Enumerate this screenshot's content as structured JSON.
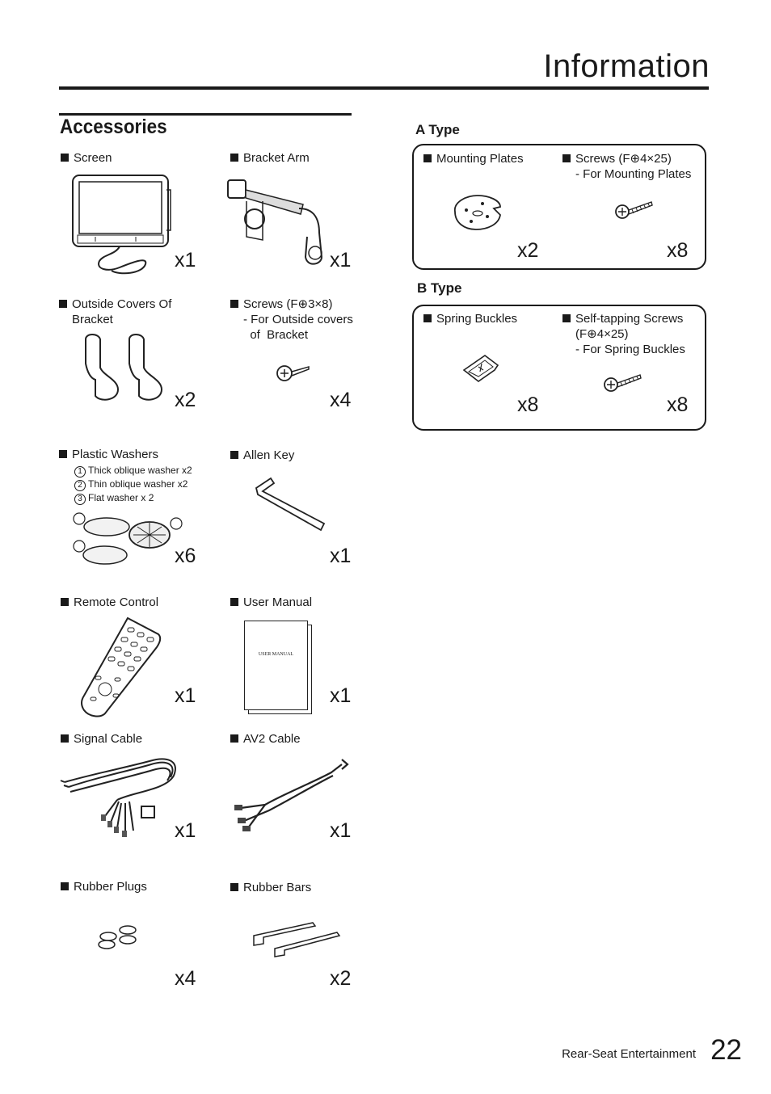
{
  "header": {
    "title": "Information"
  },
  "accessories": {
    "title": "Accessories",
    "items": [
      {
        "label": "Screen",
        "qty": "x1"
      },
      {
        "label": "Bracket Arm",
        "qty": "x1"
      },
      {
        "label": "Outside Covers Of",
        "label2": "Bracket",
        "qty": "x2"
      },
      {
        "label": "Screws (F⊕3×8)",
        "label2": "- For Outside covers",
        "label3": "  of  Bracket",
        "qty": "x4"
      },
      {
        "label": "Plastic Washers",
        "qty": "x6",
        "sub": [
          "Thick oblique washer x2",
          "Thin oblique washer x2",
          "Flat washer x 2"
        ],
        "sub_nums": [
          "1",
          "2",
          "3"
        ]
      },
      {
        "label": "Allen Key",
        "qty": "x1"
      },
      {
        "label": "Remote Control",
        "qty": "x1"
      },
      {
        "label": "User Manual",
        "qty": "x1",
        "cover_text": "USER MANUAL"
      },
      {
        "label": "Signal Cable",
        "qty": "x1"
      },
      {
        "label": "AV2 Cable",
        "qty": "x1"
      },
      {
        "label": "Rubber Plugs",
        "qty": "x4"
      },
      {
        "label": "Rubber Bars",
        "qty": "x2"
      }
    ]
  },
  "type_a": {
    "title": "A Type",
    "items": [
      {
        "label": "Mounting Plates",
        "qty": "x2"
      },
      {
        "label": "Screws (F⊕4×25)",
        "label2": "- For Mounting Plates",
        "qty": "x8"
      }
    ]
  },
  "type_b": {
    "title": "B Type",
    "items": [
      {
        "label": "Spring Buckles",
        "qty": "x8"
      },
      {
        "label": "Self-tapping Screws",
        "label2": "(F⊕4×25)",
        "label3": "- For Spring Buckles",
        "qty": "x8"
      }
    ]
  },
  "footer": {
    "text": "Rear-Seat Entertainment",
    "page": "22"
  }
}
